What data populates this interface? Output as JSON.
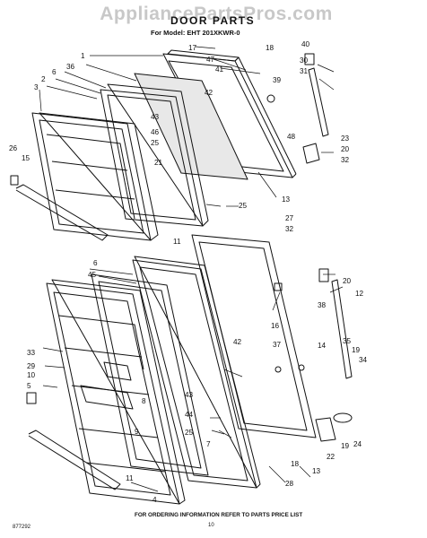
{
  "watermark": "AppliancePartsPros.com",
  "title": "DOOR PARTS",
  "model_line": "For Model: EHT 201XKWR-0",
  "footer_note": "FOR ORDERING INFORMATION REFER TO PARTS PRICE LIST",
  "page_number": "10",
  "figure_code": "877292",
  "callouts": [
    "1",
    "2",
    "3",
    "4",
    "5",
    "6",
    "7",
    "8",
    "9",
    "10",
    "11",
    "12",
    "13",
    "14",
    "15",
    "16",
    "17",
    "18",
    "19",
    "20",
    "21",
    "22",
    "23",
    "24",
    "25",
    "26",
    "27",
    "28",
    "29",
    "30",
    "31",
    "32",
    "33",
    "34",
    "35",
    "36",
    "37",
    "38",
    "39",
    "40",
    "41",
    "42",
    "43",
    "44",
    "45",
    "46",
    "47",
    "48"
  ]
}
